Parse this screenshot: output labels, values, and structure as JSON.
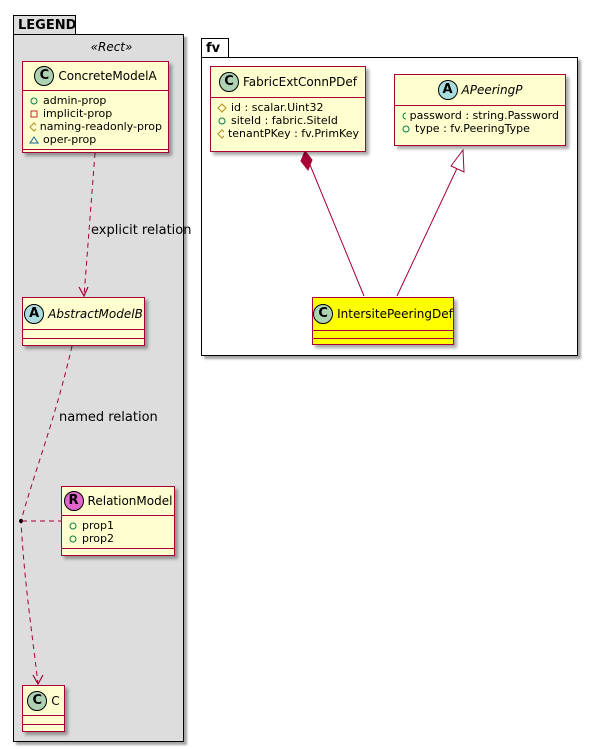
{
  "legend": {
    "title": "LEGEND",
    "stereotype": "«Rect»",
    "concrete_model": {
      "name": "ConcreteModelA",
      "badge": "C",
      "attributes": [
        {
          "vis": "public",
          "text": "admin-prop"
        },
        {
          "vis": "private",
          "text": "implicit-prop"
        },
        {
          "vis": "protected",
          "text": "naming-readonly-prop"
        },
        {
          "vis": "package",
          "text": "oper-prop"
        }
      ]
    },
    "abstract_model": {
      "name": "AbstractModelB",
      "badge": "A"
    },
    "relation_model": {
      "name": "RelationModel",
      "badge": "R",
      "attributes": [
        {
          "vis": "public",
          "text": "prop1"
        },
        {
          "vis": "public",
          "text": "prop2"
        }
      ]
    },
    "class_c": {
      "name": "C",
      "badge": "C"
    },
    "explicit_label": "explicit relation",
    "named_label": "named relation"
  },
  "fv": {
    "title": "fv",
    "fabric": {
      "name": "FabricExtConnPDef",
      "badge": "C",
      "attributes": [
        {
          "vis": "protected",
          "text": "id : scalar.Uint32"
        },
        {
          "vis": "public",
          "text": "siteId : fabric.SiteId"
        },
        {
          "vis": "protected",
          "text": "tenantPKey : fv.PrimKey"
        }
      ]
    },
    "apeering": {
      "name": "APeeringP",
      "badge": "A",
      "attributes": [
        {
          "vis": "public",
          "text": "password : string.Password"
        },
        {
          "vis": "public",
          "text": "type : fv.PeeringType"
        }
      ]
    },
    "intersite": {
      "name": "IntersitePeeringDef",
      "badge": "C"
    }
  },
  "colors": {
    "class_fill": "#fefece",
    "class_border": "#a80036",
    "highlight_fill": "#ffff00",
    "legend_fill": "#dddddd",
    "badge_class": "#add1b2",
    "badge_abstract": "#a9dcdf",
    "badge_relation": "#e165cc"
  }
}
